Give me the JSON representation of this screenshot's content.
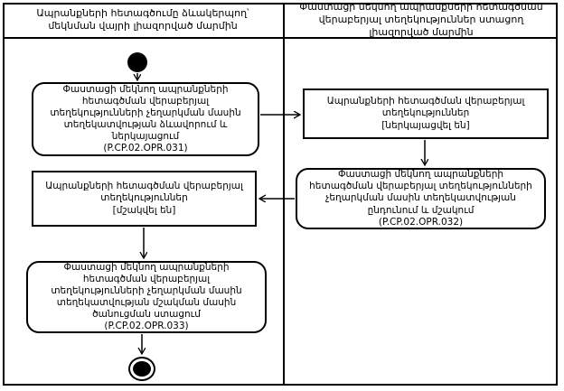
{
  "diagram": {
    "title_hint": "UML activity diagram with two swimlanes",
    "colors": {
      "line": "#000000",
      "background": "#ffffff"
    },
    "lanes": [
      {
        "header": "Ապրանքների հետագծումը ձևակերպող՝ մեկնման վայրի լիազորված մարմին"
      },
      {
        "header": "Փաստացի մեկնող ապրանքների հետագծման վերաբերյալ տեղեկություններ ստացող լիազորված մարմին"
      }
    ],
    "nodes": {
      "activity_031": {
        "label": "Փաստացի մեկնող ապրանքների հետագծման վերաբերյալ տեղեկությունների չեղարկման մասին տեղեկատվության ձևավորում և ներկայացում",
        "code": "(P.CP.02.OPR.031)"
      },
      "object_submitted": {
        "label": "Ապրանքների հետագծման վերաբերյալ տեղեկություններ",
        "state": "[ներկայացվել են]"
      },
      "activity_032": {
        "label": "Փաստացի մեկնող ապրանքների հետագծման վերաբերյալ տեղեկությունների չեղարկման մասին տեղեկատվության ընդունում և մշակում",
        "code": "(P.CP.02.OPR.032)"
      },
      "object_processed": {
        "label": "Ապրանքների հետագծման վերաբերյալ տեղեկություններ",
        "state": "[մշակվել են]"
      },
      "activity_033": {
        "label": "Փաստացի մեկնող ապրանքների հետագծման վերաբերյալ տեղեկությունների չեղարկման մասին տեղեկատվության մշակման մասին ծանուցման ստացում",
        "code": "(P.CP.02.OPR.033)"
      }
    }
  }
}
